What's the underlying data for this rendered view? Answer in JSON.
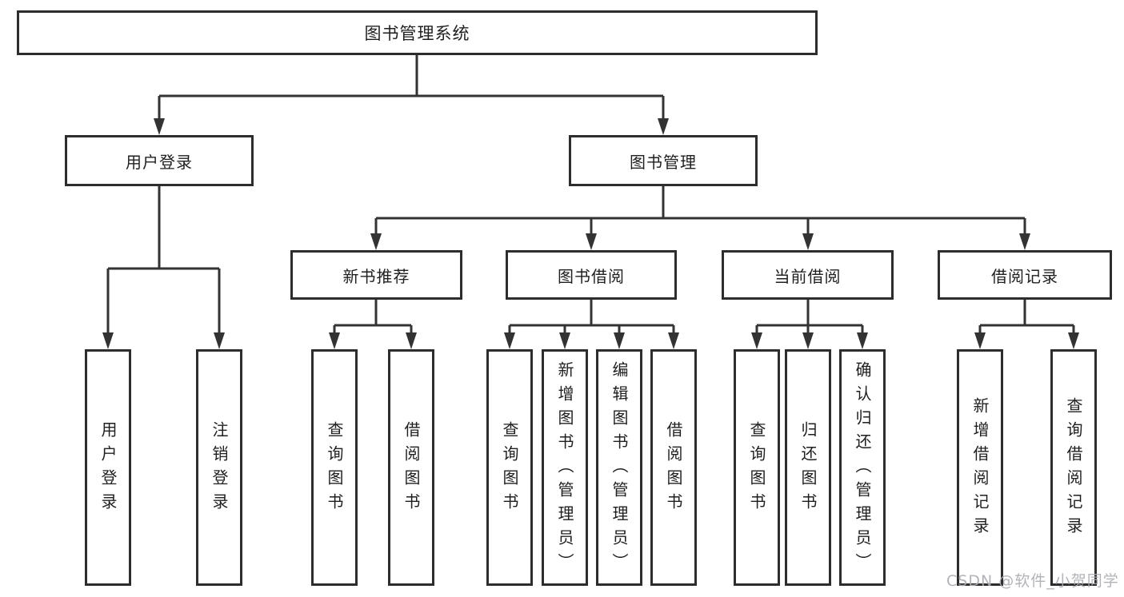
{
  "diagram_type": "hierarchy-flowchart",
  "tree": {
    "root": "图书管理系统",
    "login": {
      "label": "用户登录",
      "leaves": [
        "用户登录",
        "注销登录"
      ]
    },
    "management": {
      "label": "图书管理",
      "children": [
        {
          "label": "新书推荐",
          "leaves": [
            "查询图书",
            "借阅图书"
          ]
        },
        {
          "label": "图书借阅",
          "leaves": [
            "查询图书",
            "新增图书（管理员）",
            "编辑图书（管理员）",
            "借阅图书"
          ]
        },
        {
          "label": "当前借阅",
          "leaves": [
            "查询图书",
            "归还图书",
            "确认归还（管理员）"
          ]
        },
        {
          "label": "借阅记录",
          "leaves": [
            "新增借阅记录",
            "查询借阅记录"
          ]
        }
      ]
    }
  },
  "watermark": "CSDN @软件_小贺同学",
  "colors": {
    "background": "#ffffff",
    "line": "#333333",
    "box_border": "#2d2d2d",
    "text": "#1f1f1f",
    "watermark": "#abadb2"
  }
}
